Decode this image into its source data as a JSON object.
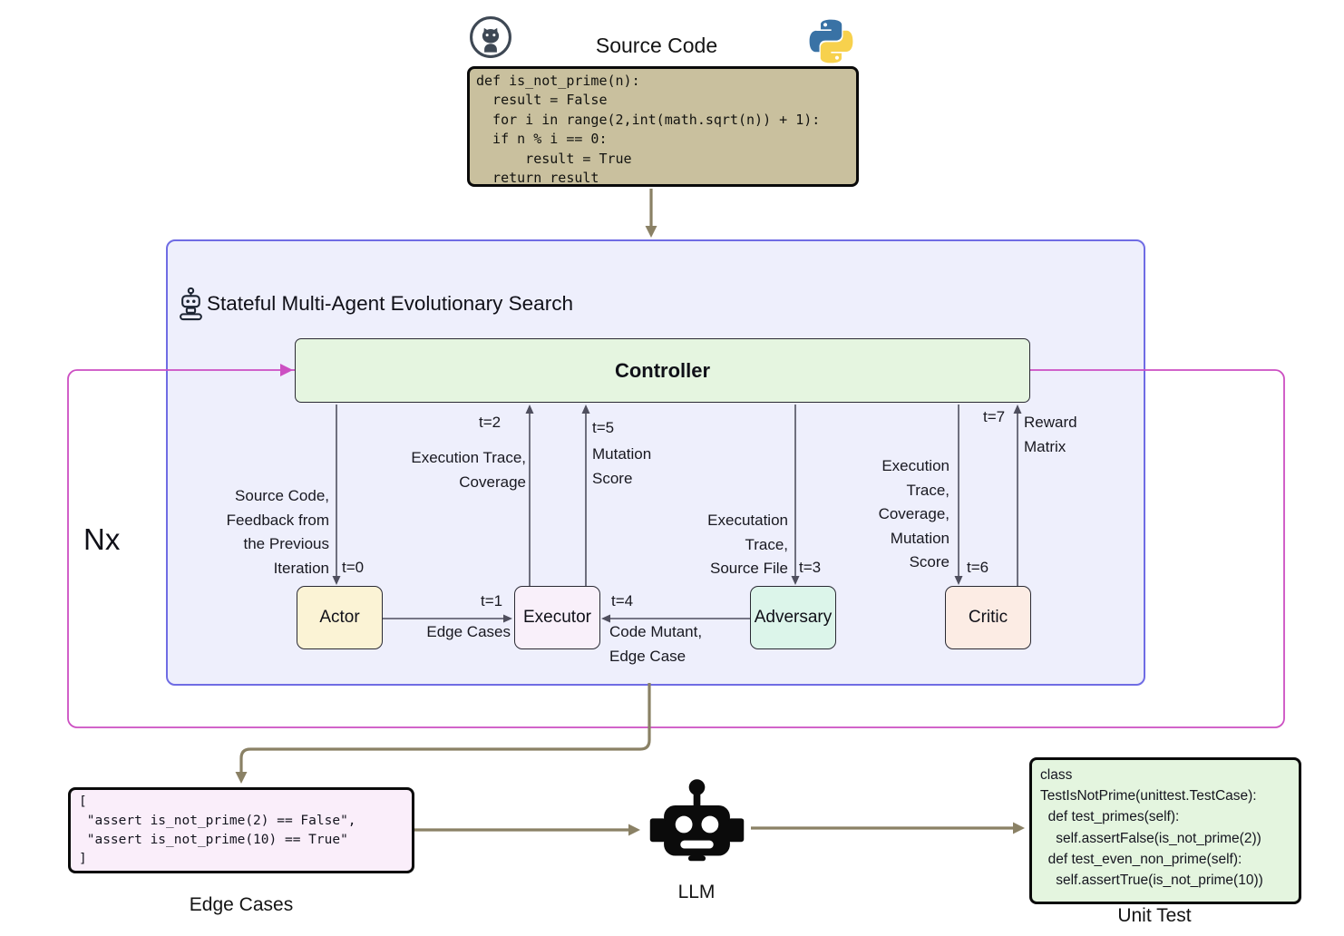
{
  "header": {
    "title": "Source Code",
    "github_icon": "github-icon",
    "python_icon": "python-icon"
  },
  "source": {
    "code": "def is_not_prime(n):\n  result = False\n  for i in range(2,int(math.sqrt(n)) + 1):\n  if n % i == 0:\n      result = True\n  return result"
  },
  "search": {
    "title": "Stateful Multi-Agent Evolutionary Search",
    "robot_icon": "robot-icon",
    "controller": "Controller",
    "loop_label": "Nx",
    "agents": {
      "actor": "Actor",
      "executor": "Executor",
      "adversary": "Adversary",
      "critic": "Critic"
    },
    "edges": {
      "t0": {
        "tag": "t=0",
        "desc": "Source Code,\nFeedback from\nthe Previous\nIteration"
      },
      "t1": {
        "tag": "t=1",
        "desc": "Edge Cases"
      },
      "t2": {
        "tag": "t=2",
        "desc": "Execution Trace,\nCoverage"
      },
      "t3": {
        "tag": "t=3",
        "desc": "Executation\nTrace,\nSource File"
      },
      "t4": {
        "tag": "t=4",
        "desc": "Code Mutant,\nEdge Case"
      },
      "t5": {
        "tag": "t=5",
        "desc": "Mutation\nScore"
      },
      "t6": {
        "tag": "t=6",
        "desc": "Execution\nTrace,\nCoverage,\nMutation\nScore"
      },
      "t7": {
        "tag": "t=7",
        "desc": "Reward\nMatrix"
      }
    }
  },
  "outputs": {
    "edge_cases": {
      "label": "Edge Cases",
      "code": "[\n \"assert is_not_prime(2) == False\",\n \"assert is_not_prime(10) == True\"\n]"
    },
    "llm": {
      "label": "LLM",
      "icon": "robot-llm-icon"
    },
    "unit_test": {
      "label": "Unit Test",
      "code": "class\nTestIsNotPrime(unittest.TestCase):\n  def test_primes(self):\n    self.assertFalse(is_not_prime(2))\n  def test_even_non_prime(self):\n    self.assertTrue(is_not_prime(10))"
    }
  },
  "colors": {
    "blue_border": "#6f6ce4",
    "blue_fill": "#eeeffc",
    "magenta": "#cc4fc2",
    "olive": "#8a8165",
    "gray_arrow": "#4f4f5e",
    "controller_fill": "#e5f5e0",
    "actor_fill": "#fbf3d5",
    "executor_fill": "#f9f0fa",
    "adversary_fill": "#dcf5ea",
    "critic_fill": "#fcece4",
    "source_fill": "#c9c09e",
    "edge_cases_fill": "#faeefa",
    "unit_test_fill": "#e4f5df"
  }
}
